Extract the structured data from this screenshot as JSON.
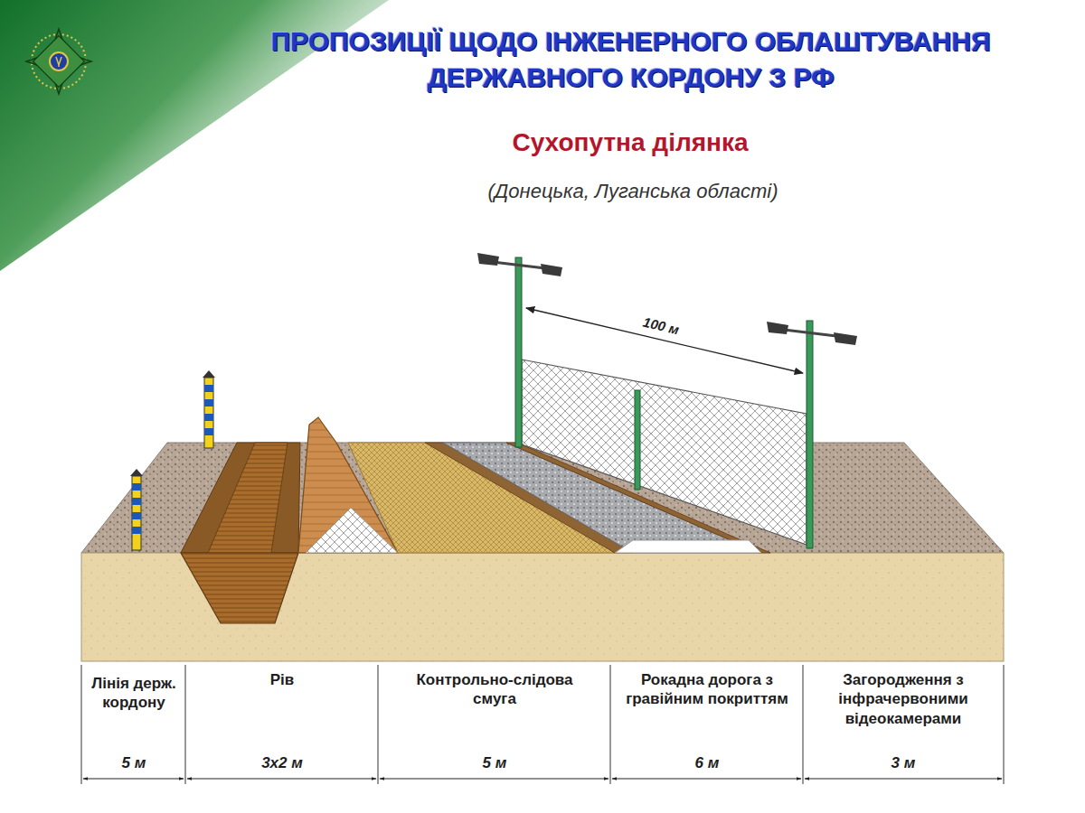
{
  "diagram": {
    "title": "ПРОПОЗИЦІЇ ЩОДО ІНЖЕНЕРНОГО ОБЛАШТУВАННЯ ДЕРЖАВНОГО КОРДОНУ З РФ",
    "labels": [
      "Сухопутна ділянка",
      "(Донецька, Луганська області)",
      "100 м",
      "Лінія держ. кордону",
      "5 м",
      "Рів",
      "3х2 м",
      "Контрольно-слідова смуга",
      "5 м",
      "Рокадна дорога з гравійним покриттям",
      "6 м",
      "Загородження з інфрачервоними відеокамерами",
      "3 м"
    ]
  }
}
